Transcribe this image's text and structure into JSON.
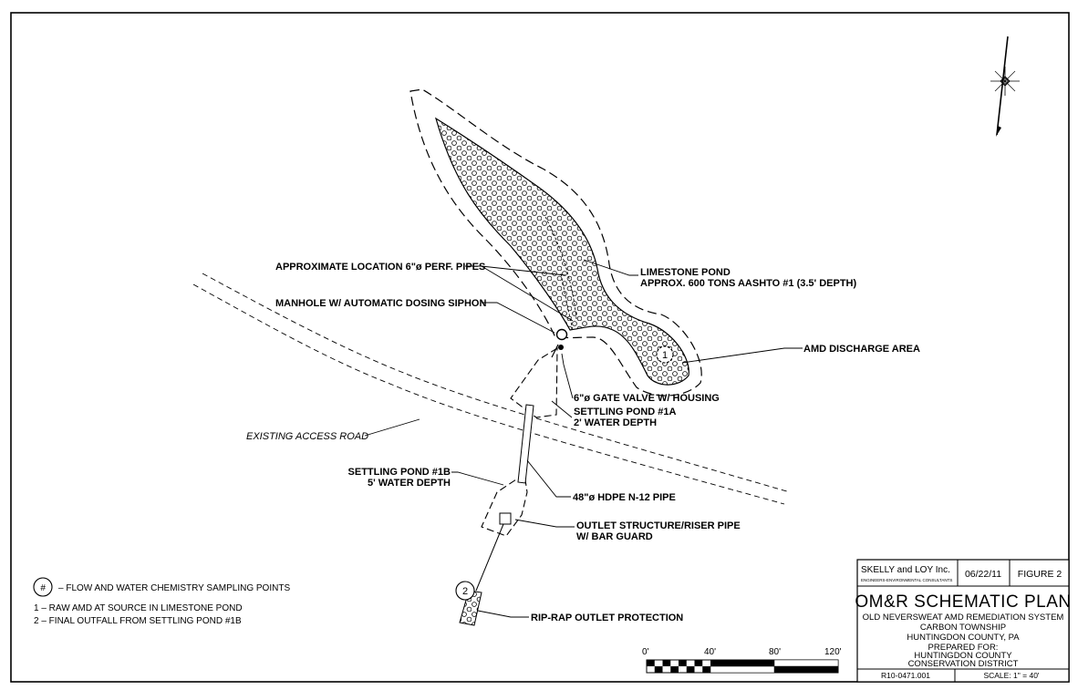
{
  "labels": {
    "perf_pipes": "APPROXIMATE LOCATION 6\"ø PERF. PIPES",
    "manhole": "MANHOLE W/ AUTOMATIC DOSING SIPHON",
    "limestone_pond_1": "LIMESTONE POND",
    "limestone_pond_2": "APPROX. 600 TONS AASHTO #1 (3.5' DEPTH)",
    "amd_discharge": "AMD DISCHARGE AREA",
    "gate_valve": "6\"ø GATE VALVE W/ HOUSING",
    "settling_1a_1": "SETTLING POND #1A",
    "settling_1a_2": "2' WATER DEPTH",
    "access_road": "EXISTING ACCESS ROAD",
    "settling_1b_1": "SETTLING POND #1B",
    "settling_1b_2": "5' WATER DEPTH",
    "hdpe_pipe": "48\"ø HDPE N-12 PIPE",
    "outlet_1": "OUTLET STRUCTURE/RISER PIPE",
    "outlet_2": "W/ BAR GUARD",
    "riprap": "RIP-RAP OUTLET PROTECTION"
  },
  "sampling_points": [
    {
      "number": "1"
    },
    {
      "number": "2"
    }
  ],
  "legend": {
    "symbol": "#",
    "symbol_text": "– FLOW AND WATER CHEMISTRY SAMPLING POINTS",
    "items": [
      "1 – RAW AMD AT SOURCE IN LIMESTONE POND",
      "2 – FINAL OUTFALL FROM SETTLING POND #1B"
    ]
  },
  "scale_bar": {
    "ticks": [
      "0'",
      "40'",
      "80'",
      "120'"
    ]
  },
  "title_block": {
    "company": "SKELLY and LOY Inc.",
    "company_sub": "ENGINEERS-ENVIRONMENTAL CONSULTANTS",
    "date": "06/22/11",
    "figure": "FIGURE 2",
    "title": "OM&R SCHEMATIC PLAN",
    "lines": [
      "OLD NEVERSWEAT AMD REMEDIATION SYSTEM",
      "CARBON TOWNSHIP",
      "HUNTINGDON COUNTY, PA",
      "PREPARED FOR:",
      "HUNTINGDON COUNTY",
      "CONSERVATION DISTRICT"
    ],
    "project_no": "R10-0471.001",
    "scale": "SCALE:   1\" = 40'"
  }
}
